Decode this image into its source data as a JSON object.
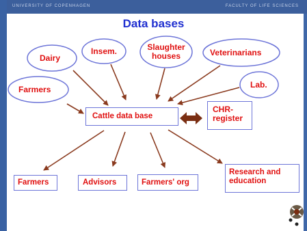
{
  "header": {
    "left_text": "UNIVERSITY OF COPENHAGEN",
    "right_text": "FACULTY OF LIFE SCIENCES"
  },
  "title": "Data bases",
  "sources": {
    "dairy": "Dairy",
    "insem": "Insem.",
    "slaughter_line1": "Slaughter",
    "slaughter_line2": "houses",
    "veterinarians": "Veterinarians",
    "lab": "Lab.",
    "farmers": "Farmers"
  },
  "center_box": "Cattle data base",
  "chr_register": {
    "line1": "CHR-",
    "line2": "register"
  },
  "outputs": {
    "farmers": "Farmers",
    "advisors": "Advisors",
    "farmers_org": "Farmers' org",
    "research_line1": "Research and",
    "research_line2": "education"
  },
  "colors": {
    "background": "#3f67a8",
    "title": "#1f2fd0",
    "label_red": "#e01010",
    "shape_outline": "#6c74d8",
    "arrow": "#8a3a1e"
  }
}
